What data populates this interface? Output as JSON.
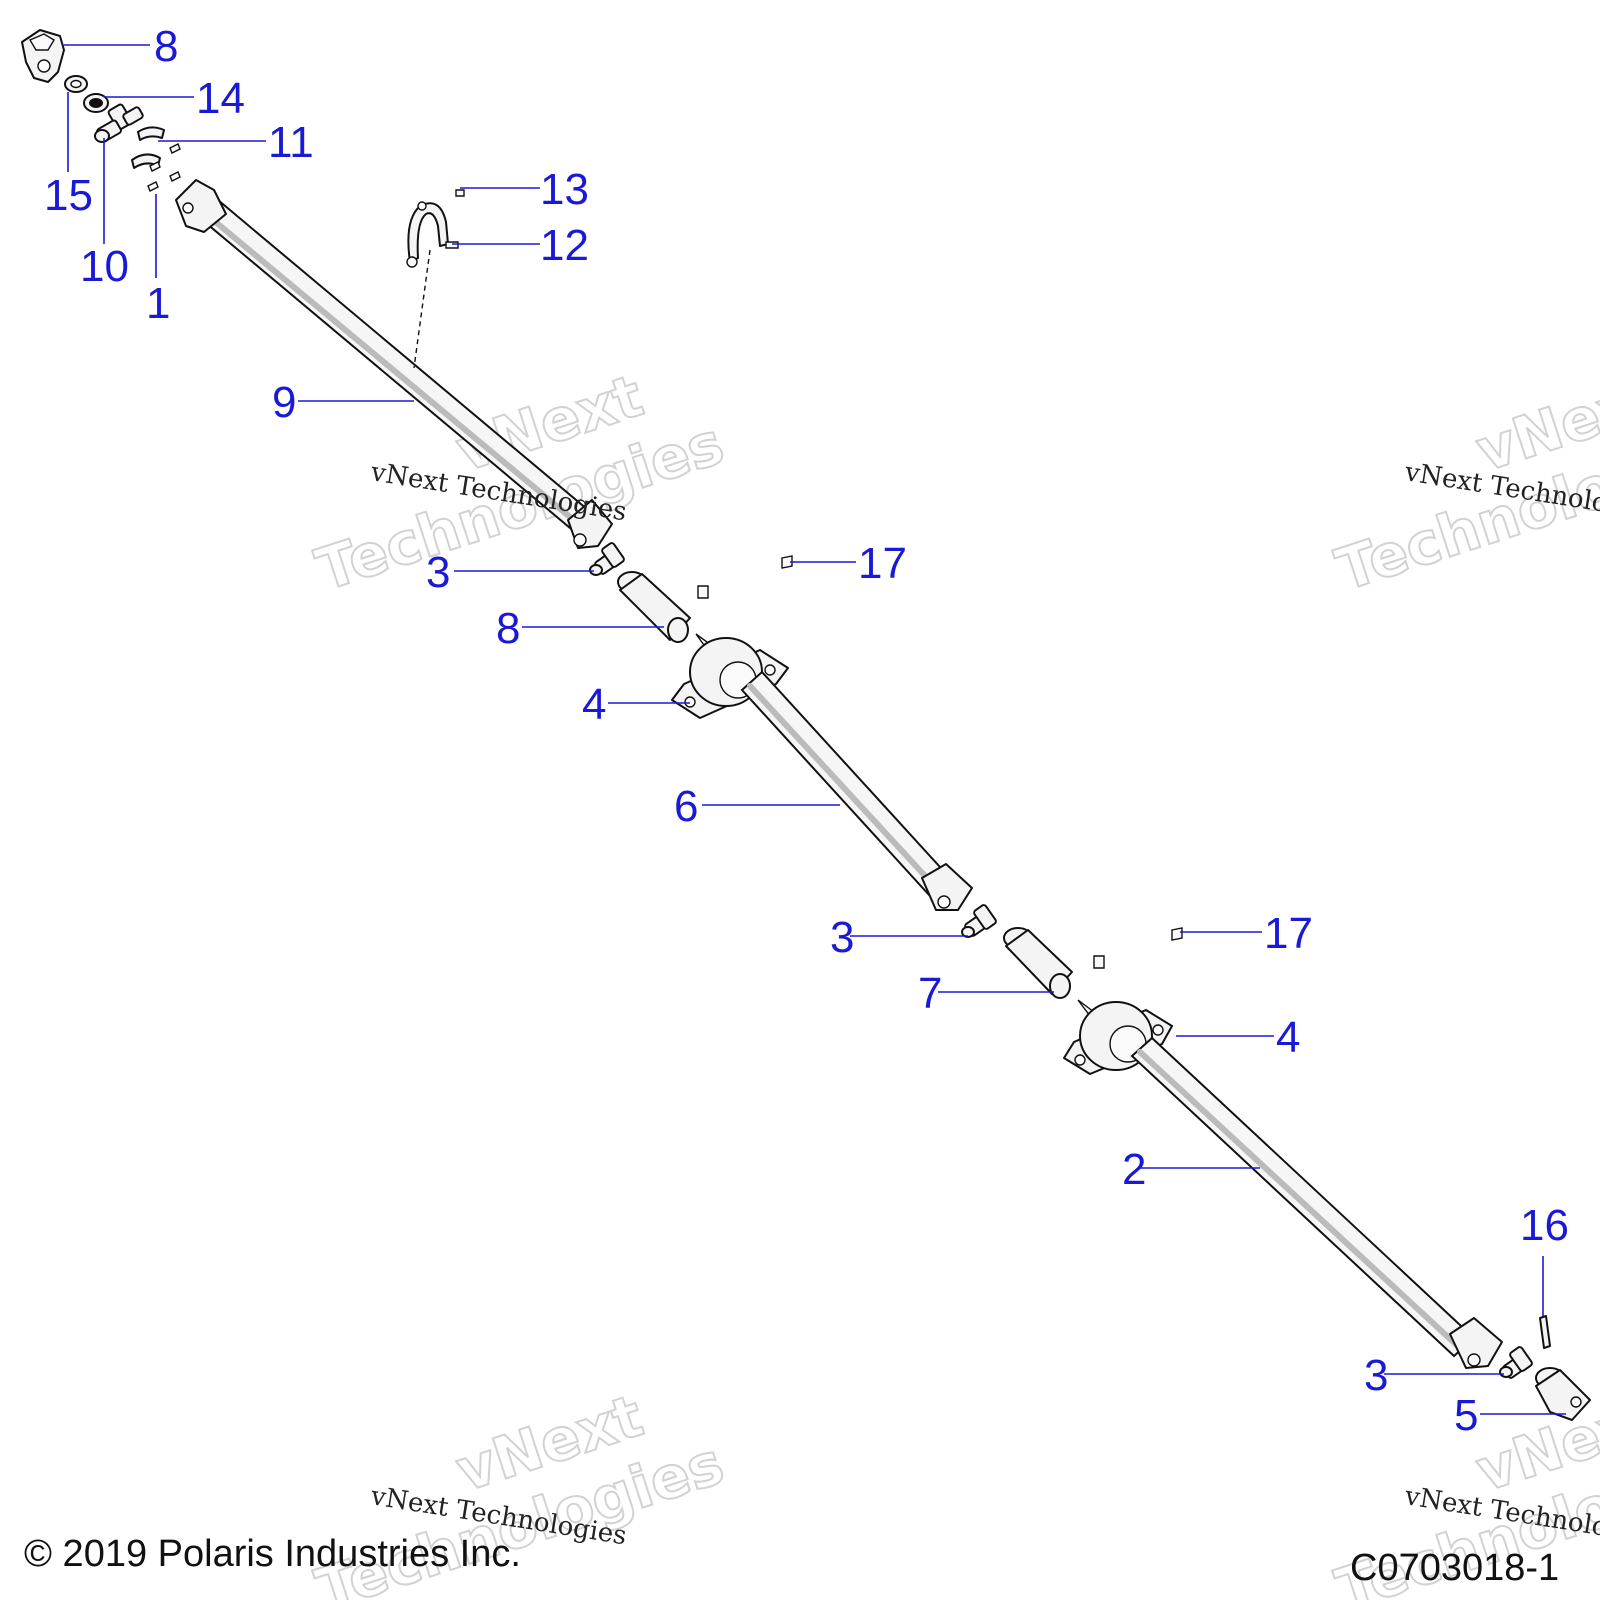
{
  "diagram": {
    "callouts": [
      {
        "id": "c8a",
        "label": "8"
      },
      {
        "id": "c14",
        "label": "14"
      },
      {
        "id": "c11",
        "label": "11"
      },
      {
        "id": "c15",
        "label": "15"
      },
      {
        "id": "c10",
        "label": "10"
      },
      {
        "id": "c1",
        "label": "1"
      },
      {
        "id": "c13",
        "label": "13"
      },
      {
        "id": "c12",
        "label": "12"
      },
      {
        "id": "c9",
        "label": "9"
      },
      {
        "id": "c3a",
        "label": "3"
      },
      {
        "id": "c17a",
        "label": "17"
      },
      {
        "id": "c8b",
        "label": "8"
      },
      {
        "id": "c4a",
        "label": "4"
      },
      {
        "id": "c6",
        "label": "6"
      },
      {
        "id": "c3b",
        "label": "3"
      },
      {
        "id": "c17b",
        "label": "17"
      },
      {
        "id": "c7",
        "label": "7"
      },
      {
        "id": "c4b",
        "label": "4"
      },
      {
        "id": "c2",
        "label": "2"
      },
      {
        "id": "c16",
        "label": "16"
      },
      {
        "id": "c3c",
        "label": "3"
      },
      {
        "id": "c5",
        "label": "5"
      }
    ],
    "watermarks": {
      "script": "vNext Technologies",
      "line1": "vNext",
      "line2": "Technologies"
    },
    "copyright": "© 2019 Polaris Industries Inc.",
    "figure_code": "C0703018-1",
    "colors": {
      "callout": "#1a1ad6",
      "line_art": "#111111",
      "watermark": "#d2d2d2"
    }
  }
}
